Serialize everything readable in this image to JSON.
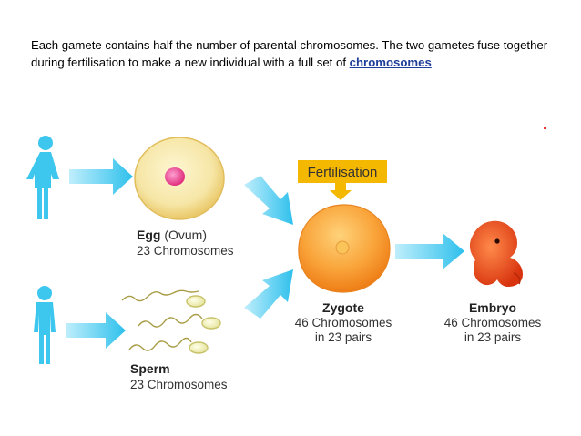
{
  "caption": {
    "text": "Each gamete contains half the number of parental chromosomes.  The two gametes fuse together during fertilisation to make a new individual with a full set of",
    "link": "chromosomes"
  },
  "egg": {
    "name": "Egg",
    "alt": " (Ovum)",
    "count": "23 Chromosomes"
  },
  "sperm": {
    "name": "Sperm",
    "count": "23 Chromosomes"
  },
  "fertilisation": {
    "label": "Fertilisation"
  },
  "zygote": {
    "name": "Zygote",
    "count": "46 Chromosomes",
    "pairs": "in 23 pairs"
  },
  "embryo": {
    "name": "Embryo",
    "count": "46 Chromosomes",
    "pairs": "in 23 pairs"
  },
  "colors": {
    "arrow": "#3ec7ee",
    "person": "#3ec7ee",
    "fert_box": "#f5b800",
    "egg": "#f4d98a",
    "nucleus": "#ee4f9a",
    "zygote": "#f7941d",
    "embryo": "#e8421a"
  }
}
